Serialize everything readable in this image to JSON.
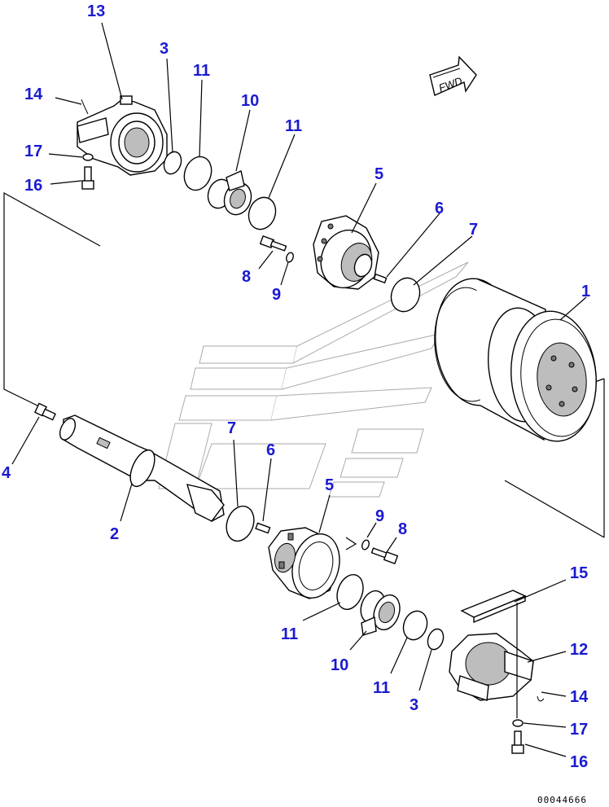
{
  "figure": {
    "code": "00044666",
    "direction_label": "FWD"
  },
  "callouts": [
    {
      "id": "c13",
      "name": "callout-13",
      "text": "13"
    },
    {
      "id": "c3a",
      "name": "callout-3-top",
      "text": "3"
    },
    {
      "id": "c11a",
      "name": "callout-11-top-a",
      "text": "11"
    },
    {
      "id": "c14a",
      "name": "callout-14-top",
      "text": "14"
    },
    {
      "id": "c10a",
      "name": "callout-10-top",
      "text": "10"
    },
    {
      "id": "c11b",
      "name": "callout-11-top-b",
      "text": "11"
    },
    {
      "id": "c17a",
      "name": "callout-17-top",
      "text": "17"
    },
    {
      "id": "c16a",
      "name": "callout-16-top",
      "text": "16"
    },
    {
      "id": "c5a",
      "name": "callout-5-top",
      "text": "5"
    },
    {
      "id": "c6a",
      "name": "callout-6-top",
      "text": "6"
    },
    {
      "id": "c7a",
      "name": "callout-7-top",
      "text": "7"
    },
    {
      "id": "c8a",
      "name": "callout-8-top",
      "text": "8"
    },
    {
      "id": "c9a",
      "name": "callout-9-top",
      "text": "9"
    },
    {
      "id": "c1",
      "name": "callout-1",
      "text": "1"
    },
    {
      "id": "c4",
      "name": "callout-4",
      "text": "4"
    },
    {
      "id": "c7b",
      "name": "callout-7-bottom",
      "text": "7"
    },
    {
      "id": "c6b",
      "name": "callout-6-bottom",
      "text": "6"
    },
    {
      "id": "c5b",
      "name": "callout-5-bottom",
      "text": "5"
    },
    {
      "id": "c2",
      "name": "callout-2",
      "text": "2"
    },
    {
      "id": "c9b",
      "name": "callout-9-bottom",
      "text": "9"
    },
    {
      "id": "c8b",
      "name": "callout-8-bottom",
      "text": "8"
    },
    {
      "id": "c15",
      "name": "callout-15",
      "text": "15"
    },
    {
      "id": "c12",
      "name": "callout-12",
      "text": "12"
    },
    {
      "id": "c11c",
      "name": "callout-11-bottom-a",
      "text": "11"
    },
    {
      "id": "c10b",
      "name": "callout-10-bottom",
      "text": "10"
    },
    {
      "id": "c11d",
      "name": "callout-11-bottom-b",
      "text": "11"
    },
    {
      "id": "c3b",
      "name": "callout-3-bottom",
      "text": "3"
    },
    {
      "id": "c14b",
      "name": "callout-14-bottom",
      "text": "14"
    },
    {
      "id": "c17b",
      "name": "callout-17-bottom",
      "text": "17"
    },
    {
      "id": "c16b",
      "name": "callout-16-bottom",
      "text": "16"
    }
  ]
}
